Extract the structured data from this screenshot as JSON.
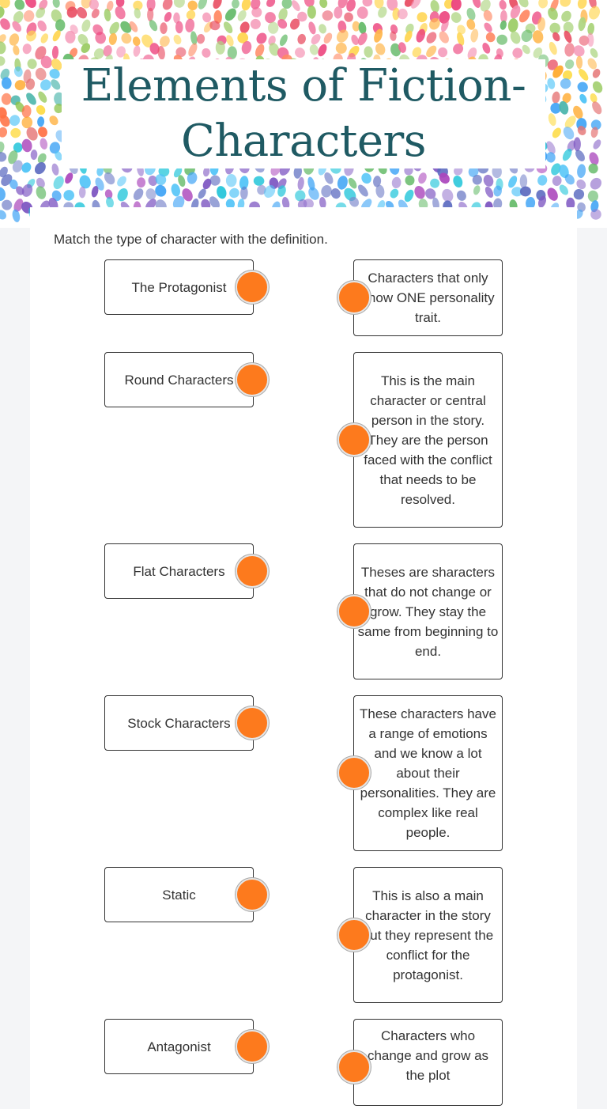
{
  "title_line1": "Elements of Fiction-",
  "title_line2": "Characters",
  "instructions": "Match the type of character with the definition.",
  "terms": [
    "The Protagonist",
    "Round Characters",
    "Flat Characters",
    "Stock Characters",
    "Static",
    "Antagonist"
  ],
  "definitions": [
    "Characters that only show ONE personality trait.",
    "This is the main character or central person in the story. They are the person faced with the conflict that needs to be resolved.",
    "Theses are sharacters that do not change or grow. They stay the same from beginning to end.",
    "These characters have a range of emotions and we know a lot about their personalities. They are complex like real people.",
    "This is also a main character in the story but they represent the conflict for the protagonist.",
    "Characters who change and grow as the plot"
  ],
  "colors": {
    "title": "#1f5a63",
    "connector": "#fd7a1d"
  }
}
